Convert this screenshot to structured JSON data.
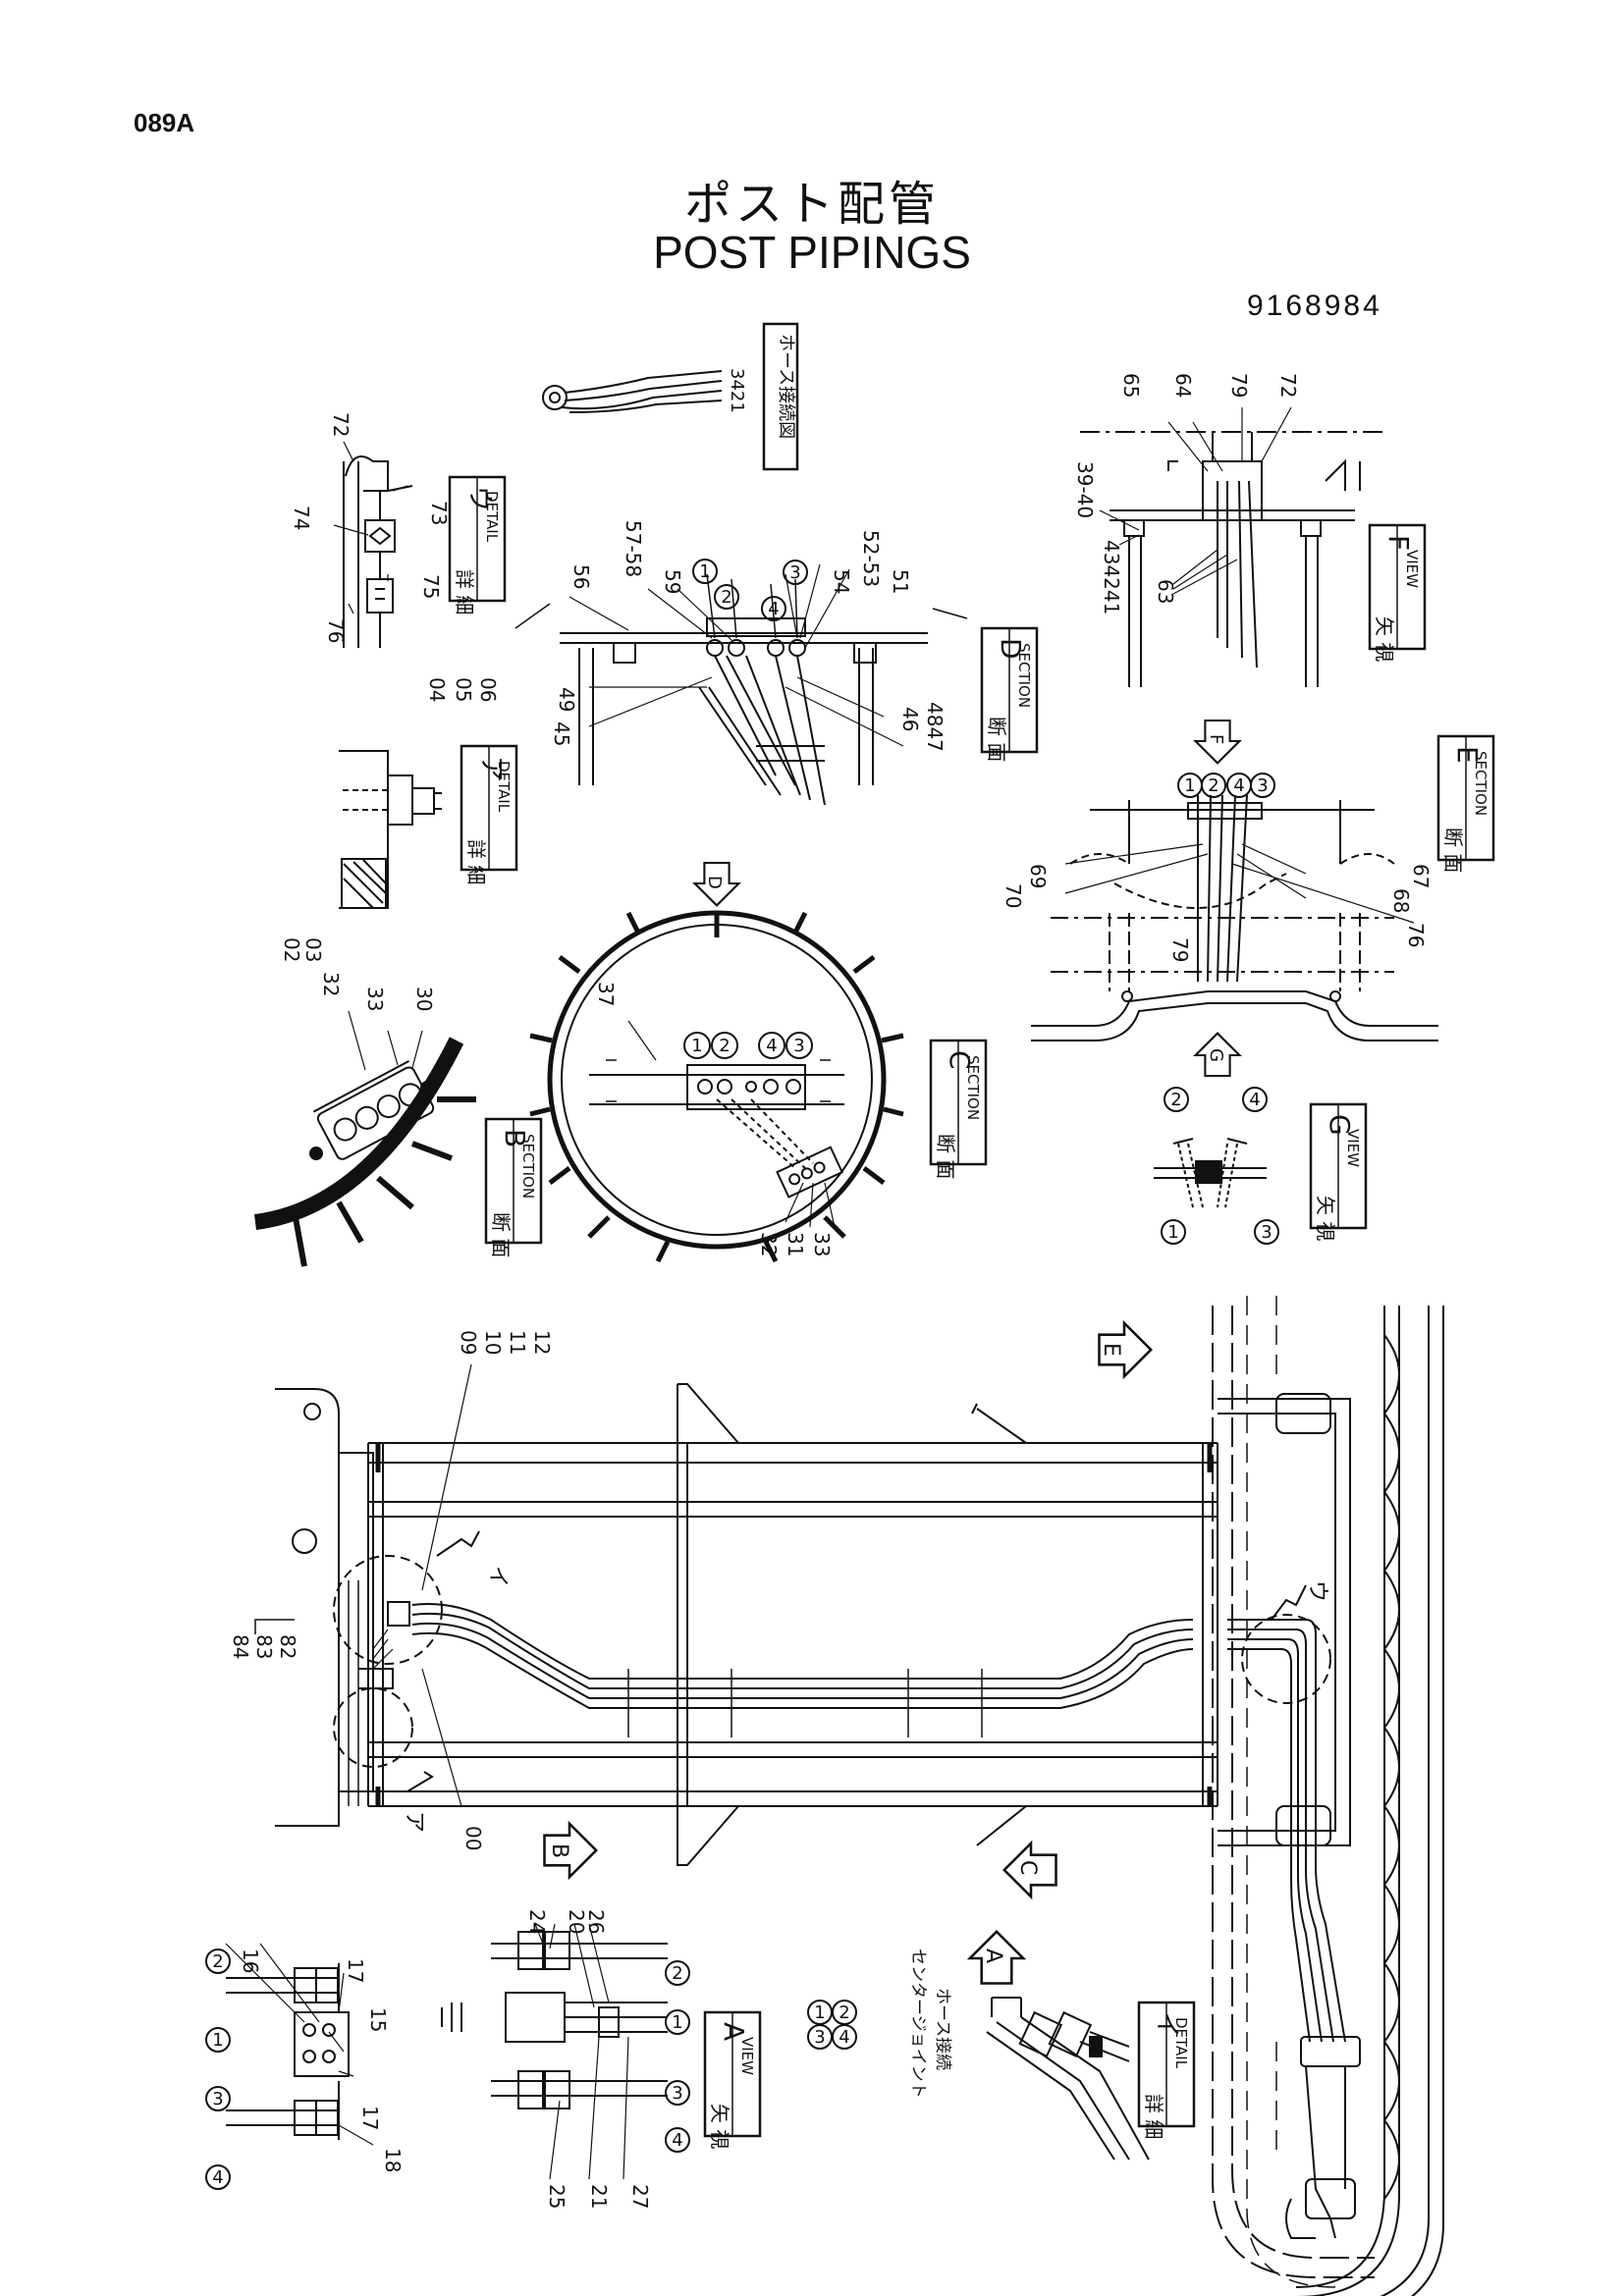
{
  "header": {
    "page_code": "089A",
    "title_jp": "ポスト配管",
    "title_en": "POST PIPINGS",
    "part_number": "9168984"
  },
  "labels": {
    "hose_connection_jp": "ホース接続図",
    "center_joint_jp": "センタージョイント",
    "center_joint_hose_jp": "ホース接続",
    "section_jp": "断 面",
    "section_en": "SECTION",
    "view_jp": "矢 視",
    "view_en": "VIEW",
    "detail_jp": "詳 細",
    "detail_en": "DETAIL",
    "sec_b": "B",
    "sec_c": "C",
    "sec_d": "D",
    "sec_e": "E",
    "view_a": "A",
    "view_f": "F",
    "view_g": "G",
    "det_a": "ア",
    "det_i": "イ",
    "det_u": "ウ",
    "arrow_a": "A",
    "arrow_b": "B",
    "arrow_c": "C",
    "arrow_d": "D",
    "arrow_e": "E",
    "arrow_f": "F",
    "arrow_g": "G",
    "mark_a": "ア",
    "mark_i": "イ",
    "mark_u": "ウ"
  },
  "circles": {
    "c1": "1",
    "c2": "2",
    "c3": "3",
    "c4": "4"
  },
  "parts": {
    "p72": "72",
    "p73": "73",
    "p74": "74",
    "p75": "75",
    "p76": "76",
    "p3421": "3421",
    "p56": "56",
    "p5758": "57-58",
    "p59": "59",
    "p54": "54",
    "p5253": "52-53",
    "p51": "51",
    "p49": "49",
    "p45": "45",
    "p46": "46",
    "p4847": "4847",
    "p65": "65",
    "p64": "64",
    "p79": "79",
    "p3940": "39-40",
    "p434241": "434241",
    "p63": "63",
    "p04": "04",
    "p05": "05",
    "p06": "06",
    "p02": "02",
    "p03": "03",
    "p69": "69",
    "p70": "70",
    "p67": "67",
    "p68": "68",
    "p32": "32",
    "p33": "33",
    "p30": "30",
    "p37": "37",
    "p31": "31",
    "p09": "09",
    "p10": "10",
    "p11": "11",
    "p12": "12",
    "p84": "84",
    "p83": "83",
    "p82": "82",
    "p00": "00",
    "p16": "16",
    "p17": "17",
    "p15": "15",
    "p18": "18",
    "p24": "24",
    "p20": "20",
    "p26": "26",
    "p25": "25",
    "p21": "21",
    "p27": "27"
  }
}
